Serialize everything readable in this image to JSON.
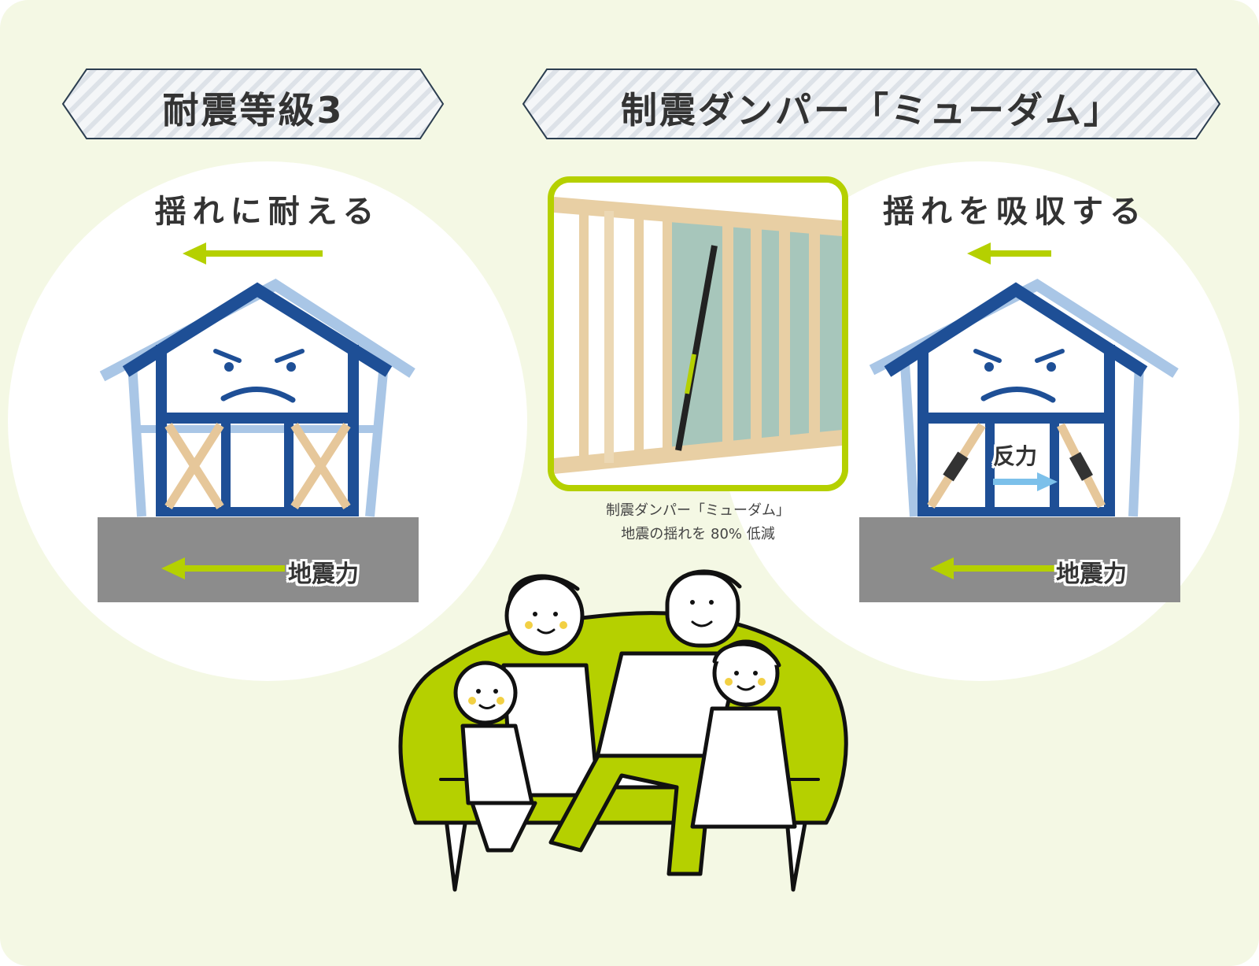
{
  "colors": {
    "background": "#f4f8e4",
    "accent_green": "#b5d000",
    "house_blue": "#1e4f96",
    "house_light_blue": "#a9c6e6",
    "ground_gray": "#8c8c8c",
    "brace_wood": "#e6c79a",
    "text_dark": "#333333",
    "reaction_arrow": "#7cc0ea"
  },
  "left_panel": {
    "banner_title": "耐震等級3",
    "subtitle": "揺れに耐える",
    "force_label": "地震力"
  },
  "right_panel": {
    "banner_title": "制震ダンパー「ミューダム」",
    "subtitle": "揺れを吸収する",
    "force_label": "地震力",
    "reaction_label": "反力"
  },
  "photo": {
    "caption_line1": "制震ダンパー「ミューダム」",
    "caption_line2": "地震の揺れを 80% 低減"
  },
  "icons": {
    "house_face": "angry-house-face-icon",
    "arrow": "left-arrow-icon",
    "family": "family-on-sofa-illustration"
  }
}
